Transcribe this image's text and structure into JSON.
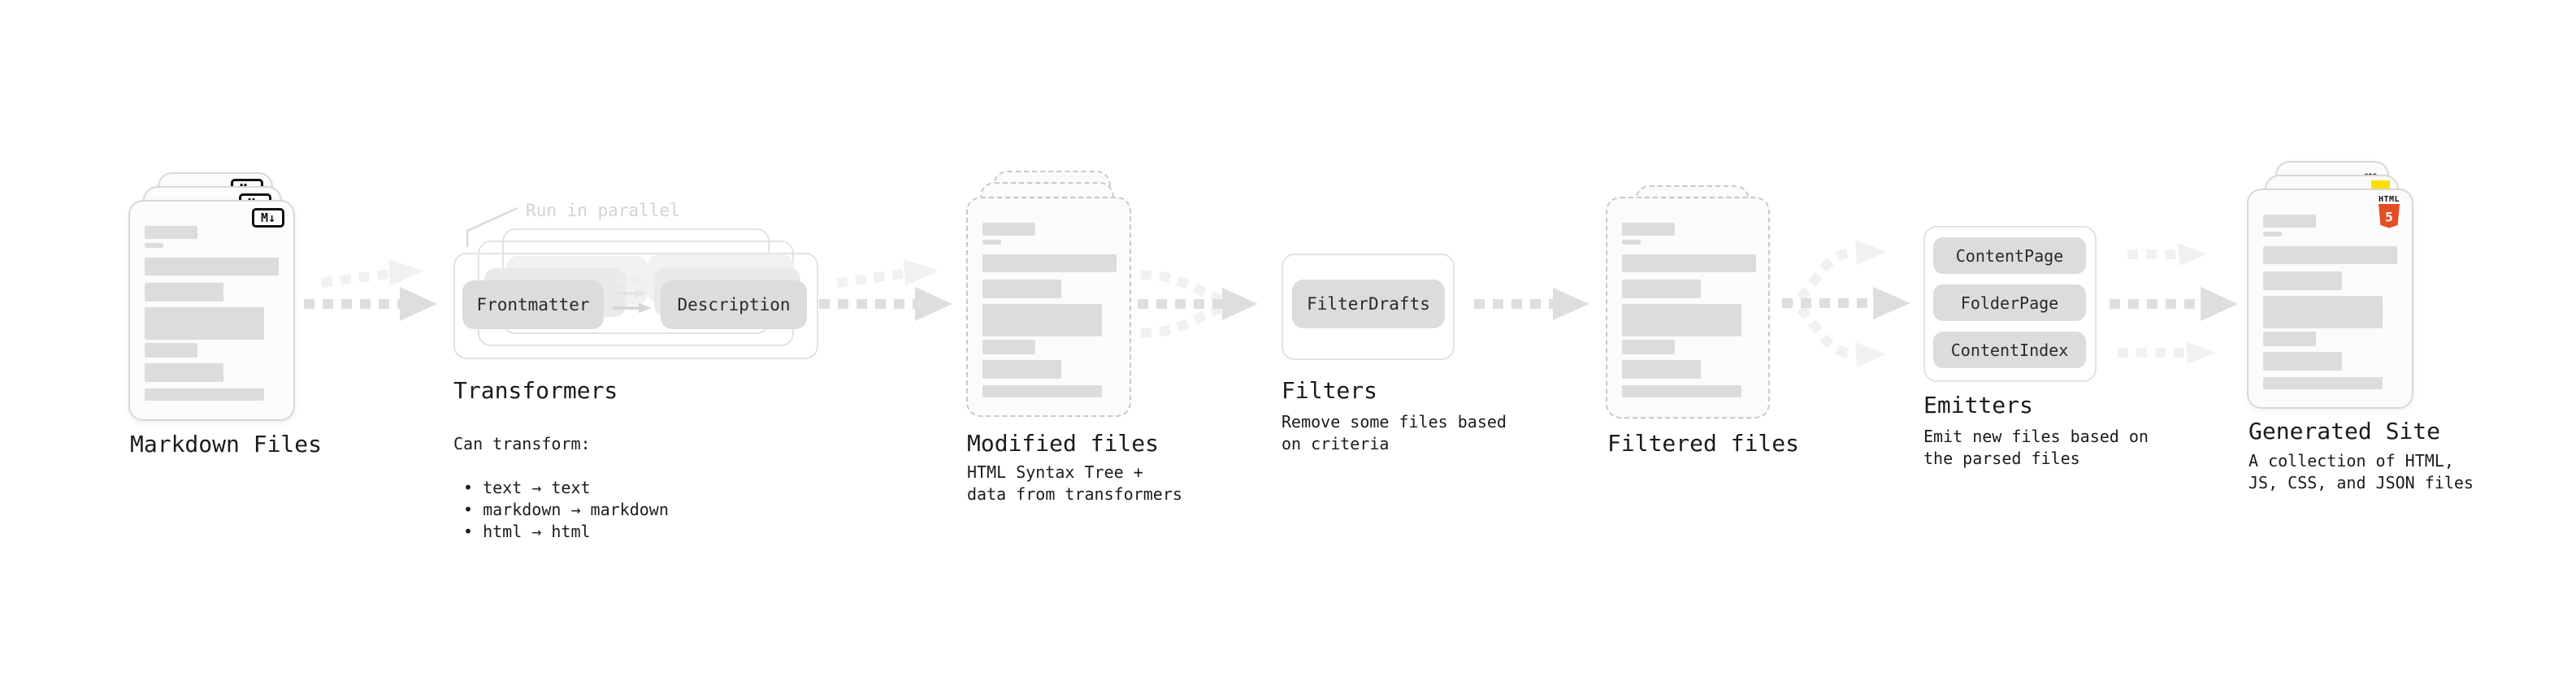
{
  "palette": {
    "text": "#1b1b1b",
    "muted_note": "#d2d2d2",
    "chip_bg": "#dcdcdc",
    "chip_text": "#2a2a2a",
    "bar": "#dcdcdc",
    "card_bg": "#fbfbfb",
    "card_border": "#d8d8d8",
    "dashed_border": "#c9c9c9",
    "group_border": "#e3e3e3",
    "arrow": "#dedede",
    "arrow_faint": "#f1f1f1",
    "html5_orange": "#e44d26",
    "js_yellow": "#ffdf00",
    "css_blue": "#2e6bf2",
    "icon_ink": "#111111"
  },
  "nodes": {
    "markdown": {
      "label": "Markdown Files"
    },
    "transformers": {
      "note": "Run in parallel",
      "chips": [
        "Frontmatter",
        "Description"
      ],
      "label": "Transformers",
      "caption_title": "Can transform:",
      "bullets": [
        "• text → text",
        "• markdown → markdown",
        "• html → html"
      ]
    },
    "modified": {
      "label": "Modified files",
      "caption": "HTML Syntax Tree +\ndata from transformers"
    },
    "filters": {
      "label": "Filters",
      "chip": "FilterDrafts",
      "caption": "Remove some files based\non criteria"
    },
    "filtered": {
      "label": "Filtered files"
    },
    "emitters": {
      "label": "Emitters",
      "chips": [
        "ContentPage",
        "FolderPage",
        "ContentIndex"
      ],
      "caption": "Emit new files based on\nthe parsed files"
    },
    "generated": {
      "label": "Generated Site",
      "caption": "A collection of HTML,\nJS, CSS, and JSON files"
    }
  },
  "icons": {
    "markdown": "M↓",
    "html5_word": "HTML",
    "html5_digit": "5",
    "css_word": "CSS"
  }
}
